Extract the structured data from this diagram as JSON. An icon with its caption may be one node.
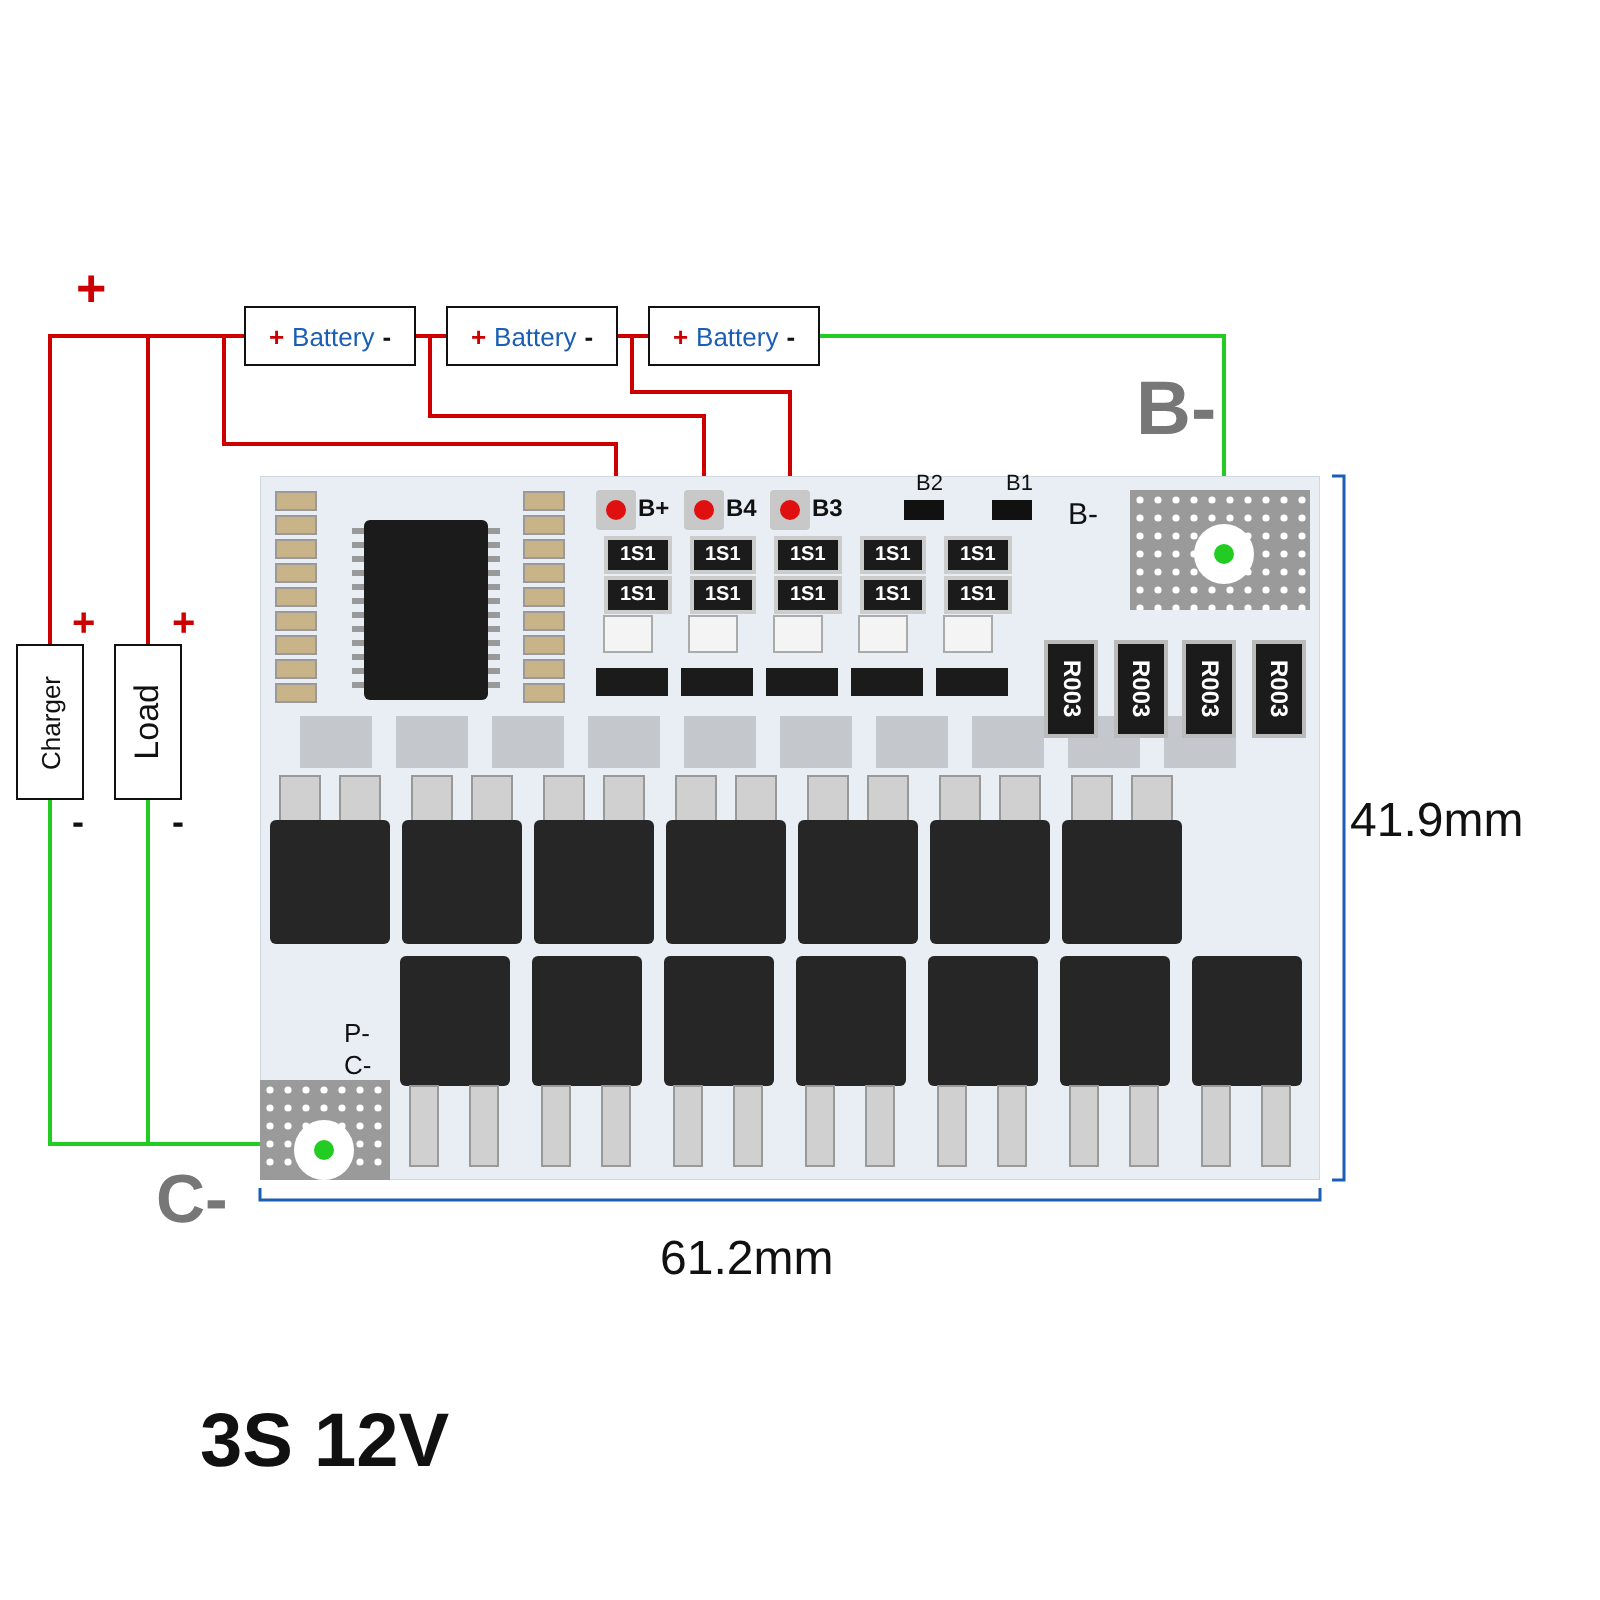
{
  "diagram": {
    "caption": "3S 12V",
    "nodes": [
      {
        "text": [
          "+",
          "Battery",
          "-"
        ]
      },
      {
        "text": [
          "+",
          "Battery",
          "-"
        ]
      },
      {
        "text": [
          "+",
          "Battery",
          "-"
        ]
      },
      {
        "text": [
          "Charger"
        ],
        "beside": [
          "+",
          "-"
        ]
      },
      {
        "text": [
          "Load"
        ],
        "beside": [
          "+",
          "-"
        ]
      },
      {
        "text": [],
        "shape": "picture"
      },
      {
        "text": [
          "B+"
        ],
        "in": 5
      },
      {
        "text": [
          "B4"
        ],
        "in": 5
      },
      {
        "text": [
          "B3"
        ],
        "in": 5
      },
      {
        "text": [
          "B-"
        ],
        "in": 5
      },
      {
        "text": [
          "C-"
        ],
        "in": 5
      }
    ],
    "edges": [
      {
        "from": 0,
        "to": 3,
        "arrow": "none"
      },
      {
        "from": 0,
        "to": 4,
        "arrow": "none"
      },
      {
        "from": 0,
        "to": 6,
        "arrow": "none"
      },
      {
        "from": 0,
        "to": 1,
        "arrow": "none"
      },
      {
        "from": 0,
        "to": 7,
        "arrow": "none"
      },
      {
        "from": 1,
        "to": 2,
        "arrow": "none"
      },
      {
        "from": 1,
        "to": 8,
        "arrow": "none"
      },
      {
        "from": 2,
        "to": 9,
        "arrow": "none",
        "color": "#22cc22"
      },
      {
        "from": 3,
        "to": 10,
        "arrow": "none",
        "color": "#22cc22"
      },
      {
        "from": 4,
        "to": 10,
        "arrow": "none",
        "color": "#22cc22"
      }
    ],
    "labels": [
      "+",
      "B2",
      "B1",
      "1S1",
      "1S1",
      "1S1",
      "1S1",
      "1S1",
      "1S1",
      "1S1",
      "1S1",
      "1S1",
      "1S1",
      "R003",
      "R003",
      "R003",
      "R003",
      "P-",
      "B-",
      "41.9mm",
      "C-",
      "61.2mm"
    ]
  }
}
